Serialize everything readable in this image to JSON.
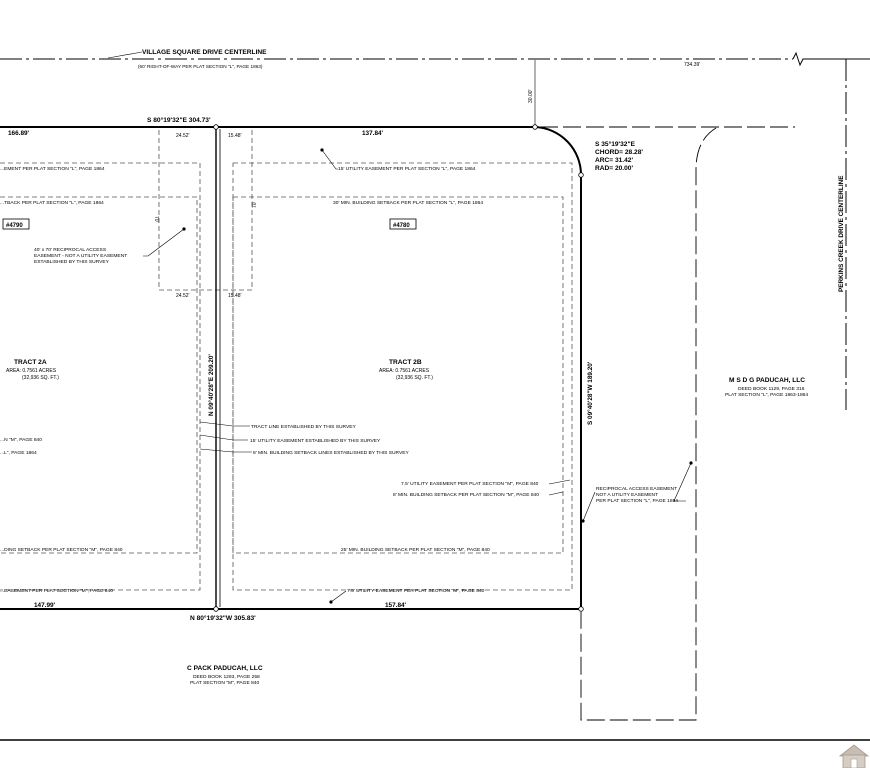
{
  "roads": {
    "village_square": "VILLAGE SQUARE DRIVE CENTERLINE",
    "village_square_row": "(60' RIGHT-OF-WAY PER PLAT SECTION \"L\", PAGE 1863)",
    "perkins_creek": "PERKINS CREEK DRIVE CENTERLINE",
    "dist_734": "734.39'",
    "dist_30": "30.00'"
  },
  "bearings": {
    "north_line": "S 80°19'32\"E 304.73'",
    "south_line": "N 80°19'32\"W 305.83'",
    "middle_line": "N 09°40'28\"E 209.20'",
    "east_line": "S 09°40'28\"W 189.20'",
    "curve_bearing": "S 35°19'32\"E",
    "curve_chord": "CHORD= 28.28'",
    "curve_arc": "ARC= 31.42'",
    "curve_rad": "RAD= 20.00'"
  },
  "distances": {
    "north_2a": "166.89'",
    "north_2b": "137.84'",
    "south_2a": "147.99'",
    "south_2b": "157.84'",
    "ease_w_top": "24.52'",
    "ease_e_top": "15.48'",
    "ease_w_bottom": "24.52'",
    "ease_e_bottom": "15.48'",
    "ease_height": "70'",
    "ease_height_2": "70'"
  },
  "tracts": {
    "t2a_name": "TRACT 2A",
    "t2a_area": "AREA: 0.7561 ACRES",
    "t2a_sqft": "(32,936 SQ. FT.)",
    "t2a_tag": "#4790",
    "t2b_name": "TRACT 2B",
    "t2b_area": "AREA: 0.7561 ACRES",
    "t2b_sqft": "(32,936 SQ. FT.)",
    "t2b_tag": "#4780"
  },
  "notes": {
    "w_util_top": "...EMENT PER PLAT SECTION \"L\", PAGE 1864",
    "w_setback_top": "...TBACK PER PLAT SECTION \"L\", PAGE 1864",
    "e_util_top": "15' UTILITY EASEMENT PER PLAT SECTION \"L\", PAGE 1864",
    "e_setback_top": "30' MIN. BUILDING SETBACK PER PLAT SECTION \"L\", PAGE 1864",
    "access_1": "40' x 70' RECIPROCAL ACCESS",
    "access_2": "EASEMENT - NOT A UTILITY EASEMENT",
    "access_3": "ESTABLISHED BY THIS SURVEY",
    "tract_line": "TRACT LINE ESTABLISHED BY THIS SURVEY",
    "util_15_est": "15' UTILITY EASEMENT ESTABLISHED BY THIS SURVEY",
    "setback_8_est": "8' MIN. BUILDING SETBACK LINES ESTABLISHED BY THIS SURVEY",
    "w_m_840": "...N \"M\", PAGE 840",
    "w_l_1864": "...L\", PAGE 1864",
    "util_75_m": "7.5' UTILITY EASEMENT PER PLAT SECTION \"M\", PAGE 840",
    "setback_8_m": "8' MIN. BUILDING SETBACK PER PLAT SECTION \"M\", PAGE 840",
    "w_setback_bottom": "...DING SETBACK PER PLAT SECTION \"M\", PAGE 840",
    "e_setback_bottom": "25' MIN. BUILDING SETBACK PER PLAT SECTION \"M\", PAGE 840",
    "w_util_bottom": "...EASEMENT PER PLAT SECTION \"M\", PAGE 840",
    "e_util_bottom": "7.5' UTILITY EASEMENT PER PLAT SECTION \"M\", PAGE 840",
    "recip_1": "RECIPROCAL ACCESS EASEMENT",
    "recip_2": "NOT A UTILITY EASEMENT",
    "recip_3": "PER PLAT SECTION \"L\", PAGE 1864"
  },
  "owners": {
    "msdg_name": "M S D G PADUCAH, LLC",
    "msdg_deed": "DEED BOOK 1129, PAGE 316",
    "msdg_plat": "PLAT SECTION \"L\", PAGE 1863-1864",
    "cpack_name": "C PACK PADUCAH, LLC",
    "cpack_deed": "DEED BOOK 1293, PAGE 258",
    "cpack_plat": "PLAT SECTION \"M\", PAGE 840"
  }
}
